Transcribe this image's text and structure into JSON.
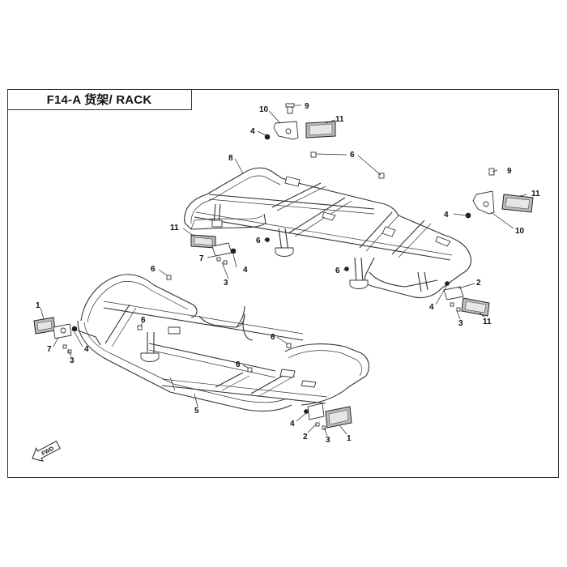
{
  "title": "F14-A 货架/ RACK",
  "fwd_label": "FWD",
  "callouts": {
    "front_rack": "8",
    "rear_rack": "5",
    "reflector_a": "1",
    "bracket_b": "2",
    "screw": "3",
    "nut": "4",
    "bolt": "6",
    "spacer": "7",
    "bolt_small": "9",
    "bracket_a": "10",
    "reflector_b": "11"
  }
}
